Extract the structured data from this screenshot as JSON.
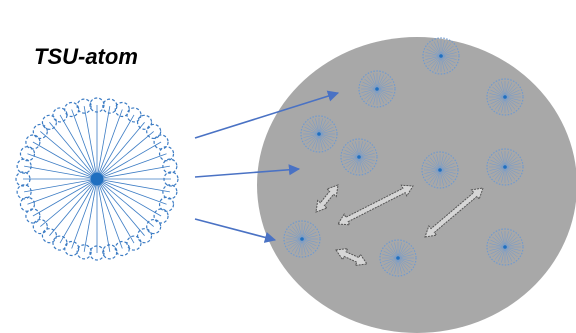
{
  "title": "TSU-atom",
  "colors": {
    "background": "#ffffff",
    "disc_fill": "#a8a8a8",
    "atom_blue": "#3c7cc4",
    "pointer_arrow": "#4a72c4",
    "interaction_arrow": "#555555"
  },
  "icons": {
    "atom": "tsu-atom-icon",
    "cluster_disc": "gray-disc",
    "pointer": "blue-arrow",
    "interaction": "double-headed-arrow"
  }
}
